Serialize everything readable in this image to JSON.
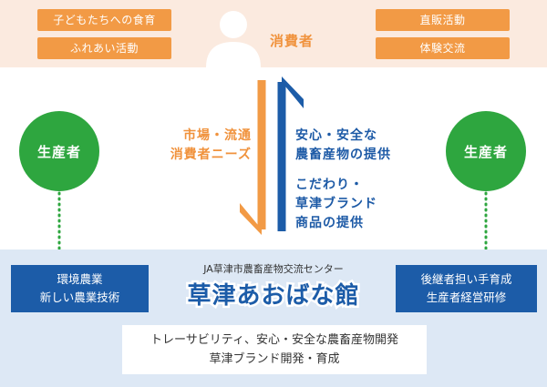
{
  "consumer": {
    "label": "消費者",
    "left_items": [
      "子どもたちへの食育",
      "ふれあい活動"
    ],
    "right_items": [
      "直販活動",
      "体験交流"
    ]
  },
  "flows": {
    "to_producers": [
      "市場・流通",
      "消費者ニーズ"
    ],
    "to_consumers": [
      "安心・安全な",
      "農畜産物の提供",
      "",
      "こだわり・",
      "草津ブランド",
      "商品の提供"
    ]
  },
  "producers": {
    "left_label": "生産者",
    "right_label": "生産者"
  },
  "center": {
    "name": "JA草津市農畜産物交流センター",
    "brand_logo_text": "草津あおばな館",
    "left_box": [
      "環境農業",
      "新しい農業技術"
    ],
    "right_box": [
      "後継者担い手育成",
      "生産者経営研修"
    ],
    "bottom_box": [
      "トレーサビリティ、安心・安全な農畜産物開発",
      "草津ブランド開発・育成"
    ]
  },
  "colors": {
    "orange": "#f29a45",
    "orange_text": "#f0923c",
    "consumer_band": "#fbeadf",
    "blue": "#1c5ca8",
    "green": "#2ea63f",
    "light_blue_band": "#dde8f5"
  },
  "icons": [
    "person-silhouette-icon",
    "down-arrow-icon",
    "up-arrow-icon"
  ]
}
